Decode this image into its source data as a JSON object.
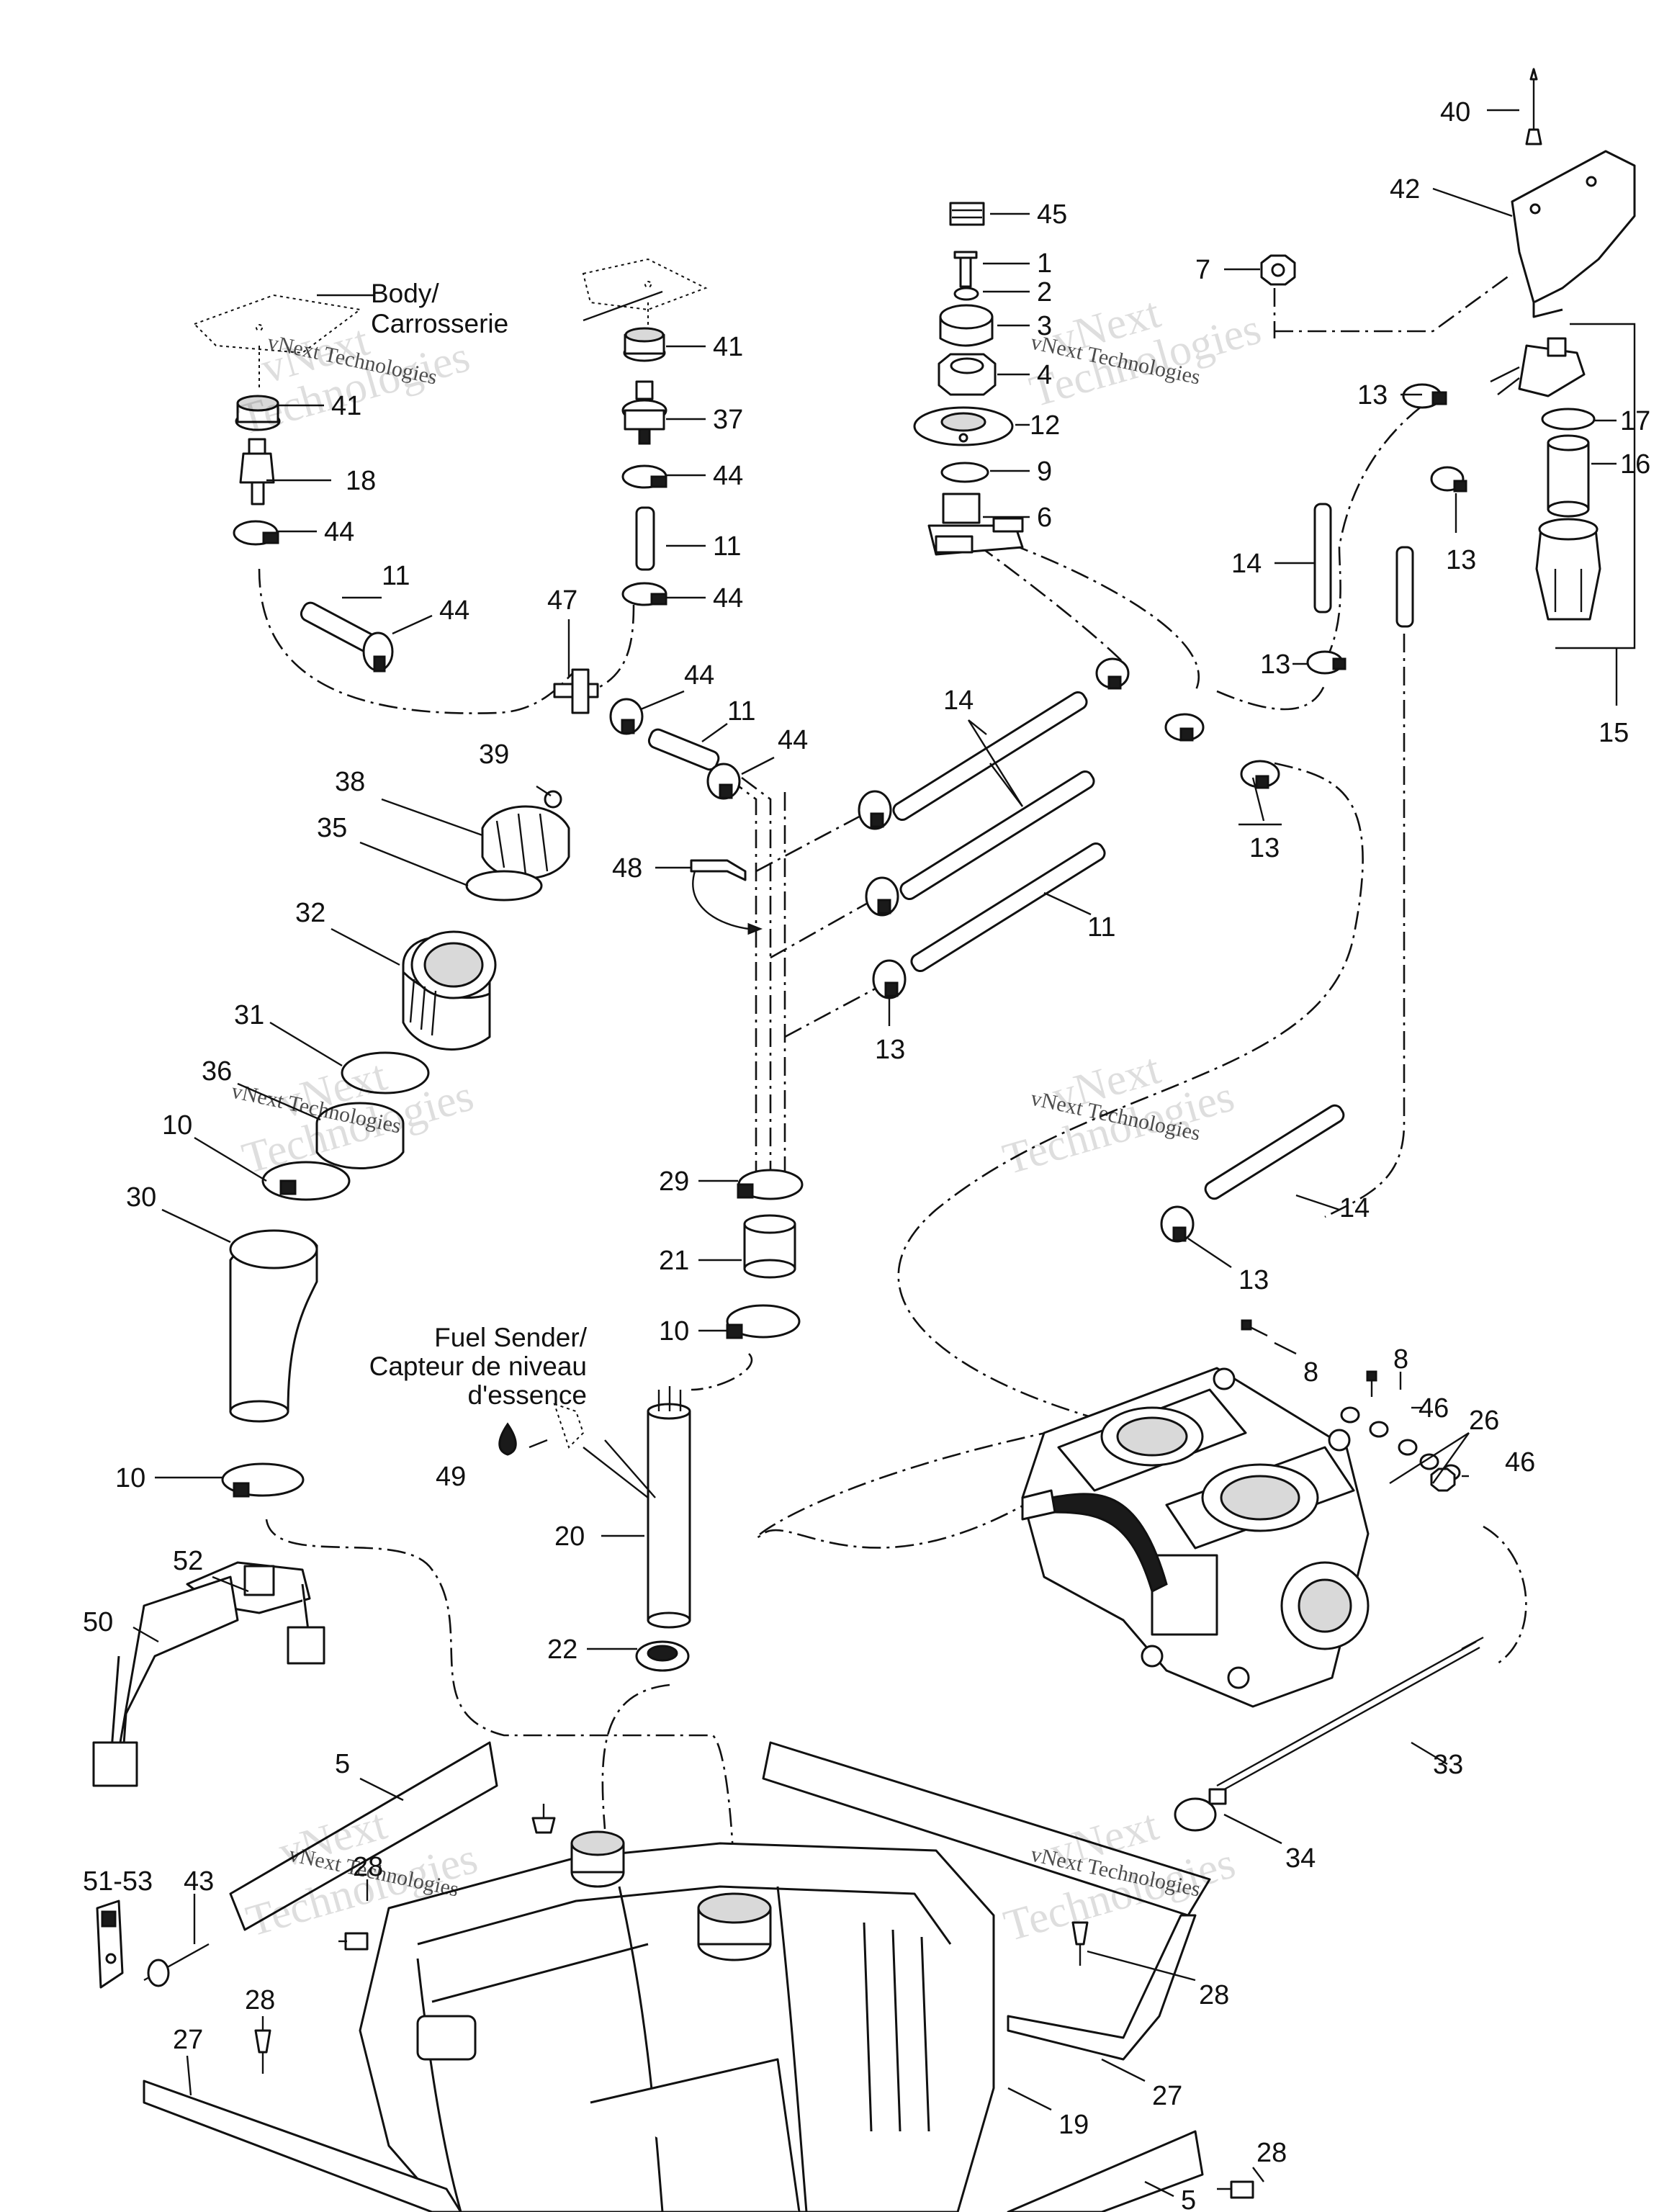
{
  "notes": {
    "body_line1": "Body/",
    "body_line2": "Carrosserie",
    "sender_line1": "Fuel Sender/",
    "sender_line2": "Capteur de niveau",
    "sender_line3": "d'essence"
  },
  "watermark": {
    "brand": "vNext",
    "line1": "vNext Technologies",
    "line2": "Technologies"
  },
  "callouts": {
    "n40": "40",
    "n42": "42",
    "n45": "45",
    "n1": "1",
    "n2": "2",
    "n3": "3",
    "n4": "4",
    "n12": "12",
    "n9": "9",
    "n6": "6",
    "n7": "7",
    "n13a": "13",
    "n17": "17",
    "n16": "16",
    "n13b": "13",
    "n14a": "14",
    "n13c": "13",
    "n15": "15",
    "n41a": "41",
    "n41b": "41",
    "n37": "37",
    "n18": "18",
    "n44a": "44",
    "n44b": "44",
    "n11a": "11",
    "n44c": "44",
    "n11b": "11",
    "n44d": "44",
    "n47": "47",
    "n44e": "44",
    "n11c": "11",
    "n44f": "44",
    "n39": "39",
    "n38": "38",
    "n35": "35",
    "n14b": "14",
    "n13d": "13",
    "n48": "48",
    "n11d": "11",
    "n13e": "13",
    "n32": "32",
    "n31": "31",
    "n36": "36",
    "n10a": "10",
    "n30": "30",
    "n29": "29",
    "n14c": "14",
    "n13f": "13",
    "n21": "21",
    "n10b": "10",
    "n8a": "8",
    "n8b": "8",
    "n46a": "46",
    "n26": "26",
    "n46b": "46",
    "n49": "49",
    "n20": "20",
    "n10c": "10",
    "n52": "52",
    "n50": "50",
    "n22": "22",
    "n5a": "5",
    "n33": "33",
    "n34": "34",
    "n51_53": "51-53",
    "n43": "43",
    "n28a": "28",
    "n28b": "28",
    "n27a": "27",
    "n28c": "28",
    "n27b": "27",
    "n19": "19",
    "n28d": "28",
    "n5b": "5"
  }
}
